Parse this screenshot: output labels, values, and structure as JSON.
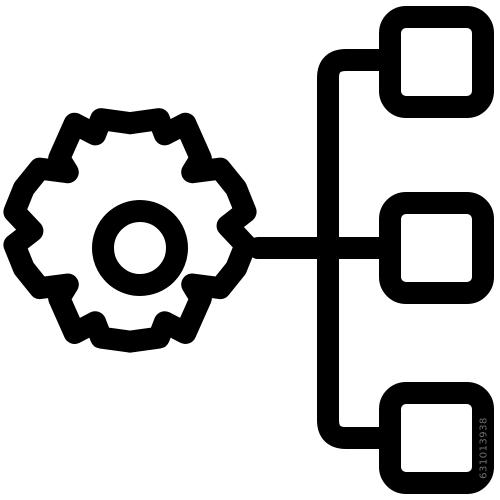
{
  "icon": {
    "name": "settings-hierarchy-icon",
    "stroke_color": "#000000",
    "background_color": "#ffffff",
    "gear_teeth": 10,
    "branch_nodes": 3
  },
  "watermark": {
    "stock_id": "631013938"
  }
}
